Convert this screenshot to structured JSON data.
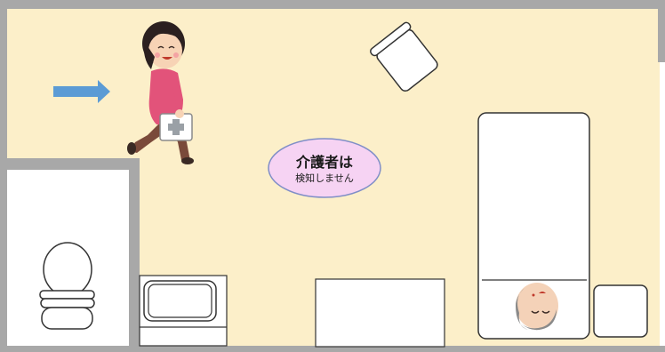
{
  "room": {
    "floor_color": "#fcefc9",
    "wall_color": "#a8a8a8",
    "fixture_fill": "#ffffff",
    "fixture_stroke": "#333333"
  },
  "bubble": {
    "line1": "介護者は",
    "line2": "検知しません",
    "fill": "#f6d3f3",
    "stroke": "#7f8ec7"
  },
  "arrow": {
    "color": "#5b9bd5",
    "direction": "right"
  },
  "caregiver": {
    "shirt_color": "#e2537a",
    "pants_color": "#7a4a3a",
    "hair_color": "#2b2020",
    "carries": "first-aid-kit"
  },
  "patient": {
    "state": "lying-in-bed",
    "hair_color": "#8a8a8a"
  }
}
